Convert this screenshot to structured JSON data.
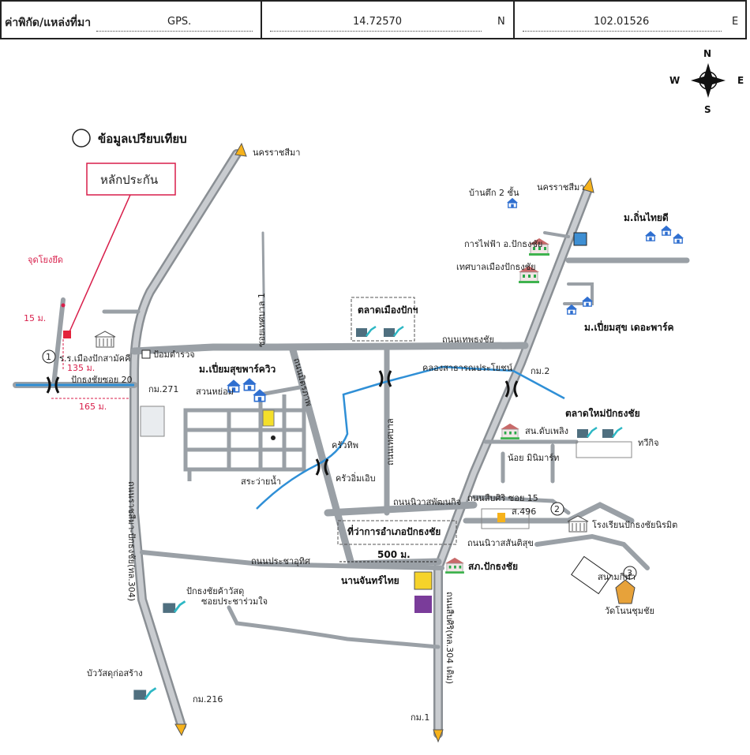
{
  "header": {
    "label": "ค่าพิกัด/แหล่งที่มา",
    "source": "GPS.",
    "latitude": "14.72570",
    "lat_dir": "N",
    "longitude": "102.01526",
    "lon_dir": "E"
  },
  "compass": {
    "n": "N",
    "s": "S",
    "e": "E",
    "w": "W"
  },
  "legend": {
    "comparison": "ข้อมูลเปรียบเทียบ",
    "collateral": "หลักประกัน"
  },
  "labels": {
    "korat_top": "นครราชสีมา",
    "korat_right": "นครราชสีมา",
    "mueang_pak_school": "ร.ร.เมืองปักสามัคคี",
    "pakthong_soi20": "ปักธงชัยซอย 20",
    "dist_135": "135 ม.",
    "dist_165": "165 ม.",
    "dist_15": "15 ม.",
    "reference_point": "จุดโยงยึด",
    "km271": "กม.271",
    "checkpoint": "ป้อมตำรวจ",
    "piyamsuk_village": "ม.เปี่ยมสุขพาร์ควิว",
    "suan_yai": "สวนหย่อม",
    "tesaban_market": "ตลาดเมืองปักฯ",
    "pak_thong_road": "ถนนเทพธงชัย",
    "soi_tesaban1": "ซอยเทศบาล 1",
    "thanon_mittraphap": "ถนนมิตรภาพ",
    "km2": "กม.2",
    "new_market": "ตลาดใหม่ปักธงชัย",
    "fire_station": "สน.ดับเพลิง",
    "twin_court": "ทวีกิจ",
    "noi_mart": "น้อย มินิมาร์ท",
    "amphoe_office": "ที่ว่าการอำเภอปักธงชัย",
    "dist_500": "500 ม.",
    "police_station": "สภ.ปักธงชัย",
    "school_2": "โรงเรียนปักธงชัยนิรมิต",
    "stadium": "สนามกีฬา",
    "temple": "วัดโนนชุมชัย",
    "pracha_road": "ถนนประชาอุทิศ",
    "nawan_thai": "นานจันทร์ไทย",
    "pakthong_material": "ปักธงชัยค้าวัสดุ",
    "construction": "บัววัสดุก่อสร้าง",
    "km216": "กม.216",
    "km1": "กม.1",
    "electric": "การไฟฟ้า อ.ปักธงชัย",
    "tesaban": "เทศบาลเมืองปักธงชัย",
    "house2": "บ้านตึก 2 ชั้น",
    "thin_thai": "ม.ถิ่นไทยดี",
    "piyam_park": "ม.เปี่ยมสุข เดอะพาร์ค",
    "highway304": "ถนนราชสีมา-ปักธงชัย(ทล.304)",
    "highway304b": "ถนนสืบศิริ(ทล.304 เดิม)",
    "krua_tip": "ครัวทิพ",
    "krua_im": "ครัวอิ่มเอิบ",
    "sra_nam": "สระว่ายน้ำ",
    "kasikorn": "ถนนนิวาสพัฒนกิจ",
    "suebsiri_soi15": "ถนนสืบศิริ ซอย 15",
    "kao_nam": "ถนนนิวาสสันติสุข",
    "soi_prachar": "ซอยประชาร่วมใจ",
    "canal": "คลองสาธารณประโยชน์",
    "tesaban_road2": "ถนนเทศบาล",
    "a496": "ส.496",
    "marker1": "1",
    "marker2": "2",
    "marker3": "3"
  },
  "colors": {
    "road": "#9aa0a6",
    "road_edge": "#8a8f94",
    "canal": "#2f8fd6",
    "accent_red": "#d81e4a",
    "house_blue": "#2f6fd0",
    "arrow_fill": "#f6b21b"
  }
}
